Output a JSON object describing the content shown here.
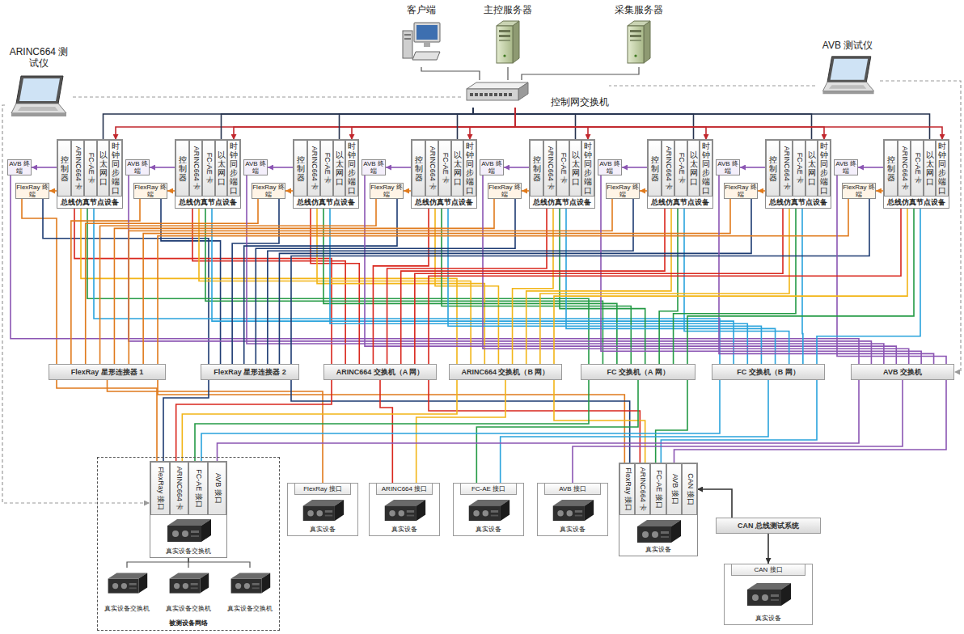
{
  "diagram": {
    "nodes": [
      {
        "text": [
          "客户端"
        ]
      },
      {
        "text": [
          "主控服务器"
        ]
      },
      {
        "text": [
          "采集服务器"
        ]
      },
      {
        "text": [
          "ARINC664 测试仪"
        ]
      },
      {
        "text": [
          "AVB 测试仪"
        ]
      },
      {
        "text": [
          "控制网交换机"
        ]
      },
      {
        "text": [
          "AVB 终端"
        ]
      },
      {
        "text": [
          "FlexRay 终端"
        ]
      },
      {
        "text": [
          "总线仿真节点设备"
        ]
      },
      {
        "text": [
          "控制器"
        ],
        "in": 8
      },
      {
        "text": [
          "ARINC664 卡"
        ],
        "in": 8
      },
      {
        "text": [
          "FC-AE 卡"
        ],
        "in": 8
      },
      {
        "text": [
          "以太网口"
        ],
        "in": 8
      },
      {
        "text": [
          "时钟同步端口"
        ],
        "in": 8
      },
      {
        "text": [
          "AVB 终端"
        ]
      },
      {
        "text": [
          "FlexRay 终端"
        ]
      },
      {
        "text": [
          "总线仿真节点设备"
        ]
      },
      {
        "text": [
          "控制器"
        ],
        "in": 16
      },
      {
        "text": [
          "ARINC664 卡"
        ],
        "in": 16
      },
      {
        "text": [
          "FC-AE 卡"
        ],
        "in": 16
      },
      {
        "text": [
          "以太网口"
        ],
        "in": 16
      },
      {
        "text": [
          "时钟同步端口"
        ],
        "in": 16
      },
      {
        "text": [
          "AVB 终端"
        ]
      },
      {
        "text": [
          "FlexRay 终端"
        ]
      },
      {
        "text": [
          "总线仿真节点设备"
        ]
      },
      {
        "text": [
          "控制器"
        ],
        "in": 24
      },
      {
        "text": [
          "ARINC664 卡"
        ],
        "in": 24
      },
      {
        "text": [
          "FC-AE 卡"
        ],
        "in": 24
      },
      {
        "text": [
          "以太网口"
        ],
        "in": 24
      },
      {
        "text": [
          "时钟同步端口"
        ],
        "in": 24
      },
      {
        "text": [
          "AVB 终端"
        ]
      },
      {
        "text": [
          "FlexRay 终端"
        ]
      },
      {
        "text": [
          "总线仿真节点设备"
        ]
      },
      {
        "text": [
          "控制器"
        ],
        "in": 32
      },
      {
        "text": [
          "ARINC664 卡"
        ],
        "in": 32
      },
      {
        "text": [
          "FC-AE 卡"
        ],
        "in": 32
      },
      {
        "text": [
          "以太网口"
        ],
        "in": 32
      },
      {
        "text": [
          "时钟同步端口"
        ],
        "in": 32
      },
      {
        "text": [
          "AVB 终端"
        ]
      },
      {
        "text": [
          "FlexRay 终端"
        ]
      },
      {
        "text": [
          "总线仿真节点设备"
        ]
      },
      {
        "text": [
          "控制器"
        ],
        "in": 40
      },
      {
        "text": [
          "ARINC664 卡"
        ],
        "in": 40
      },
      {
        "text": [
          "FC-AE 卡"
        ],
        "in": 40
      },
      {
        "text": [
          "以太网口"
        ],
        "in": 40
      },
      {
        "text": [
          "时钟同步端口"
        ],
        "in": 40
      },
      {
        "text": [
          "AVB 终端"
        ]
      },
      {
        "text": [
          "FlexRay 终端"
        ]
      },
      {
        "text": [
          "总线仿真节点设备"
        ]
      },
      {
        "text": [
          "控制器"
        ],
        "in": 48
      },
      {
        "text": [
          "ARINC664 卡"
        ],
        "in": 48
      },
      {
        "text": [
          "FC-AE 卡"
        ],
        "in": 48
      },
      {
        "text": [
          "以太网口"
        ],
        "in": 48
      },
      {
        "text": [
          "时钟同步端口"
        ],
        "in": 48
      },
      {
        "text": [
          "AVB 终端"
        ]
      },
      {
        "text": [
          "FlexRay 终端"
        ]
      },
      {
        "text": [
          "总线仿真节点设备"
        ]
      },
      {
        "text": [
          "控制器"
        ],
        "in": 56
      },
      {
        "text": [
          "ARINC664 卡"
        ],
        "in": 56
      },
      {
        "text": [
          "FC-AE 卡"
        ],
        "in": 56
      },
      {
        "text": [
          "以太网口"
        ],
        "in": 56
      },
      {
        "text": [
          "时钟同步端口"
        ],
        "in": 56
      },
      {
        "text": [
          "AVB 终端"
        ]
      },
      {
        "text": [
          "FlexRay 终端"
        ]
      },
      {
        "text": [
          "总线仿真节点设备"
        ]
      },
      {
        "text": [
          "控制器"
        ],
        "in": 64
      },
      {
        "text": [
          "ARINC664 卡"
        ],
        "in": 64
      },
      {
        "text": [
          "FC-AE 卡"
        ],
        "in": 64
      },
      {
        "text": [
          "以太网口"
        ],
        "in": 64
      },
      {
        "text": [
          "时钟同步端口"
        ],
        "in": 64
      },
      {
        "text": [
          "FlexRay 星形连接器 1"
        ]
      },
      {
        "text": [
          "FlexRay 星形连接器 2"
        ]
      },
      {
        "text": [
          "ARINC664 交换机（A 网）"
        ]
      },
      {
        "text": [
          "ARINC664 交换机（B 网）"
        ]
      },
      {
        "text": [
          "FC 交换机（A 网）"
        ]
      },
      {
        "text": [
          "FC 交换机（B 网）"
        ]
      },
      {
        "text": [
          "AVB 交换机"
        ]
      },
      {
        "text": [
          "被测设备网络"
        ]
      },
      {
        "text": [
          "真实设备交换机"
        ],
        "in": 77
      },
      {
        "text": [
          "FlexRay 接口"
        ],
        "in": 78
      },
      {
        "text": [
          "ARINC664 卡"
        ],
        "in": 78
      },
      {
        "text": [
          "FC-AE 接口"
        ],
        "in": 78
      },
      {
        "text": [
          "AVB 接口"
        ],
        "in": 78
      },
      {
        "text": [
          "真实设备交换机"
        ],
        "in": 77
      },
      {
        "text": [
          "真实设备交换机"
        ],
        "in": 77
      },
      {
        "text": [
          "真实设备交换机"
        ],
        "in": 77
      },
      {
        "text": [
          "FlexRay 接口",
          "真实设备"
        ]
      },
      {
        "text": [
          "ARINC664 接口",
          "真实设备"
        ]
      },
      {
        "text": [
          "FC-AE 接口",
          "真实设备"
        ]
      },
      {
        "text": [
          "AVB 接口",
          "真实设备"
        ]
      },
      {
        "text": [
          "真实设备"
        ]
      },
      {
        "text": [
          "FlexRay 接口"
        ],
        "in": 90
      },
      {
        "text": [
          "ARINC664 卡"
        ],
        "in": 90
      },
      {
        "text": [
          "FC-AE 接口"
        ],
        "in": 90
      },
      {
        "text": [
          "AVB 接口"
        ],
        "in": 90
      },
      {
        "text": [
          "CAN 接口"
        ],
        "in": 90
      },
      {
        "text": [
          "CAN 总线测试系统"
        ]
      },
      {
        "text": [
          "CAN 接口",
          "真实设备"
        ]
      }
    ],
    "edges": [
      {
        "from": 0,
        "to": 5,
        "arrow": "none"
      },
      {
        "from": 1,
        "to": 5,
        "arrow": "none"
      },
      {
        "from": 2,
        "to": 5,
        "arrow": "none"
      },
      {
        "from": 3,
        "to": 5,
        "arrow": "none"
      },
      {
        "from": 4,
        "to": 5,
        "arrow": "none"
      },
      {
        "from": 5,
        "to": 12,
        "arrow": "none"
      },
      {
        "from": 5,
        "to": 13,
        "arrow": "to"
      },
      {
        "from": 9,
        "to": 6,
        "arrow": "to"
      },
      {
        "from": 9,
        "to": 7,
        "arrow": "to"
      },
      {
        "from": 7,
        "to": 70,
        "arrow": "none"
      },
      {
        "from": 7,
        "to": 71,
        "arrow": "none"
      },
      {
        "from": 6,
        "to": 76,
        "arrow": "none"
      },
      {
        "from": 10,
        "to": 72,
        "arrow": "none"
      },
      {
        "from": 10,
        "to": 73,
        "arrow": "none"
      },
      {
        "from": 11,
        "to": 74,
        "arrow": "none"
      },
      {
        "from": 11,
        "to": 75,
        "arrow": "none"
      },
      {
        "from": 5,
        "to": 20,
        "arrow": "none"
      },
      {
        "from": 5,
        "to": 21,
        "arrow": "to"
      },
      {
        "from": 17,
        "to": 14,
        "arrow": "to"
      },
      {
        "from": 17,
        "to": 15,
        "arrow": "to"
      },
      {
        "from": 15,
        "to": 70,
        "arrow": "none"
      },
      {
        "from": 15,
        "to": 71,
        "arrow": "none"
      },
      {
        "from": 14,
        "to": 76,
        "arrow": "none"
      },
      {
        "from": 18,
        "to": 72,
        "arrow": "none"
      },
      {
        "from": 18,
        "to": 73,
        "arrow": "none"
      },
      {
        "from": 19,
        "to": 74,
        "arrow": "none"
      },
      {
        "from": 19,
        "to": 75,
        "arrow": "none"
      },
      {
        "from": 5,
        "to": 28,
        "arrow": "none"
      },
      {
        "from": 5,
        "to": 29,
        "arrow": "to"
      },
      {
        "from": 25,
        "to": 22,
        "arrow": "to"
      },
      {
        "from": 25,
        "to": 23,
        "arrow": "to"
      },
      {
        "from": 23,
        "to": 70,
        "arrow": "none"
      },
      {
        "from": 23,
        "to": 71,
        "arrow": "none"
      },
      {
        "from": 22,
        "to": 76,
        "arrow": "none"
      },
      {
        "from": 26,
        "to": 72,
        "arrow": "none"
      },
      {
        "from": 26,
        "to": 73,
        "arrow": "none"
      },
      {
        "from": 27,
        "to": 74,
        "arrow": "none"
      },
      {
        "from": 27,
        "to": 75,
        "arrow": "none"
      },
      {
        "from": 5,
        "to": 36,
        "arrow": "none"
      },
      {
        "from": 5,
        "to": 37,
        "arrow": "to"
      },
      {
        "from": 33,
        "to": 30,
        "arrow": "to"
      },
      {
        "from": 33,
        "to": 31,
        "arrow": "to"
      },
      {
        "from": 31,
        "to": 70,
        "arrow": "none"
      },
      {
        "from": 31,
        "to": 71,
        "arrow": "none"
      },
      {
        "from": 30,
        "to": 76,
        "arrow": "none"
      },
      {
        "from": 34,
        "to": 72,
        "arrow": "none"
      },
      {
        "from": 34,
        "to": 73,
        "arrow": "none"
      },
      {
        "from": 35,
        "to": 74,
        "arrow": "none"
      },
      {
        "from": 35,
        "to": 75,
        "arrow": "none"
      },
      {
        "from": 5,
        "to": 44,
        "arrow": "none"
      },
      {
        "from": 5,
        "to": 45,
        "arrow": "to"
      },
      {
        "from": 41,
        "to": 38,
        "arrow": "to"
      },
      {
        "from": 41,
        "to": 39,
        "arrow": "to"
      },
      {
        "from": 39,
        "to": 70,
        "arrow": "none"
      },
      {
        "from": 39,
        "to": 71,
        "arrow": "none"
      },
      {
        "from": 38,
        "to": 76,
        "arrow": "none"
      },
      {
        "from": 42,
        "to": 72,
        "arrow": "none"
      },
      {
        "from": 42,
        "to": 73,
        "arrow": "none"
      },
      {
        "from": 43,
        "to": 74,
        "arrow": "none"
      },
      {
        "from": 43,
        "to": 75,
        "arrow": "none"
      },
      {
        "from": 5,
        "to": 52,
        "arrow": "none"
      },
      {
        "from": 5,
        "to": 53,
        "arrow": "to"
      },
      {
        "from": 49,
        "to": 46,
        "arrow": "to"
      },
      {
        "from": 49,
        "to": 47,
        "arrow": "to"
      },
      {
        "from": 47,
        "to": 70,
        "arrow": "none"
      },
      {
        "from": 47,
        "to": 71,
        "arrow": "none"
      },
      {
        "from": 46,
        "to": 76,
        "arrow": "none"
      },
      {
        "from": 50,
        "to": 72,
        "arrow": "none"
      },
      {
        "from": 50,
        "to": 73,
        "arrow": "none"
      },
      {
        "from": 51,
        "to": 74,
        "arrow": "none"
      },
      {
        "from": 51,
        "to": 75,
        "arrow": "none"
      },
      {
        "from": 5,
        "to": 60,
        "arrow": "none"
      },
      {
        "from": 5,
        "to": 61,
        "arrow": "to"
      },
      {
        "from": 57,
        "to": 54,
        "arrow": "to"
      },
      {
        "from": 57,
        "to": 55,
        "arrow": "to"
      },
      {
        "from": 55,
        "to": 70,
        "arrow": "none"
      },
      {
        "from": 55,
        "to": 71,
        "arrow": "none"
      },
      {
        "from": 54,
        "to": 76,
        "arrow": "none"
      },
      {
        "from": 58,
        "to": 72,
        "arrow": "none"
      },
      {
        "from": 58,
        "to": 73,
        "arrow": "none"
      },
      {
        "from": 59,
        "to": 74,
        "arrow": "none"
      },
      {
        "from": 59,
        "to": 75,
        "arrow": "none"
      },
      {
        "from": 5,
        "to": 68,
        "arrow": "none"
      },
      {
        "from": 5,
        "to": 69,
        "arrow": "to"
      },
      {
        "from": 65,
        "to": 62,
        "arrow": "to"
      },
      {
        "from": 65,
        "to": 63,
        "arrow": "to"
      },
      {
        "from": 63,
        "to": 70,
        "arrow": "none"
      },
      {
        "from": 63,
        "to": 71,
        "arrow": "none"
      },
      {
        "from": 62,
        "to": 76,
        "arrow": "none"
      },
      {
        "from": 66,
        "to": 72,
        "arrow": "none"
      },
      {
        "from": 66,
        "to": 73,
        "arrow": "none"
      },
      {
        "from": 67,
        "to": 74,
        "arrow": "none"
      },
      {
        "from": 67,
        "to": 75,
        "arrow": "none"
      },
      {
        "from": 3,
        "to": 78,
        "arrow": "to"
      },
      {
        "from": 4,
        "to": 76,
        "arrow": "to"
      },
      {
        "from": 70,
        "to": 79,
        "arrow": "none"
      },
      {
        "from": 70,
        "to": 86,
        "arrow": "none"
      },
      {
        "from": 70,
        "to": 91,
        "arrow": "none"
      },
      {
        "from": 71,
        "to": 79,
        "arrow": "none"
      },
      {
        "from": 71,
        "to": 91,
        "arrow": "none"
      },
      {
        "from": 72,
        "to": 80,
        "arrow": "none"
      },
      {
        "from": 72,
        "to": 87,
        "arrow": "none"
      },
      {
        "from": 72,
        "to": 92,
        "arrow": "none"
      },
      {
        "from": 73,
        "to": 80,
        "arrow": "none"
      },
      {
        "from": 73,
        "to": 87,
        "arrow": "none"
      },
      {
        "from": 73,
        "to": 92,
        "arrow": "none"
      },
      {
        "from": 74,
        "to": 81,
        "arrow": "none"
      },
      {
        "from": 74,
        "to": 88,
        "arrow": "none"
      },
      {
        "from": 74,
        "to": 93,
        "arrow": "none"
      },
      {
        "from": 75,
        "to": 81,
        "arrow": "none"
      },
      {
        "from": 75,
        "to": 88,
        "arrow": "none"
      },
      {
        "from": 75,
        "to": 93,
        "arrow": "none"
      },
      {
        "from": 76,
        "to": 82,
        "arrow": "none"
      },
      {
        "from": 76,
        "to": 89,
        "arrow": "none"
      },
      {
        "from": 76,
        "to": 94,
        "arrow": "none"
      },
      {
        "from": 96,
        "to": 95,
        "arrow": "to"
      },
      {
        "from": 96,
        "to": 97,
        "arrow": "to"
      },
      {
        "from": 78,
        "to": 83,
        "arrow": "none"
      },
      {
        "from": 78,
        "to": 84,
        "arrow": "none"
      },
      {
        "from": 78,
        "to": 85,
        "arrow": "none"
      }
    ]
  }
}
